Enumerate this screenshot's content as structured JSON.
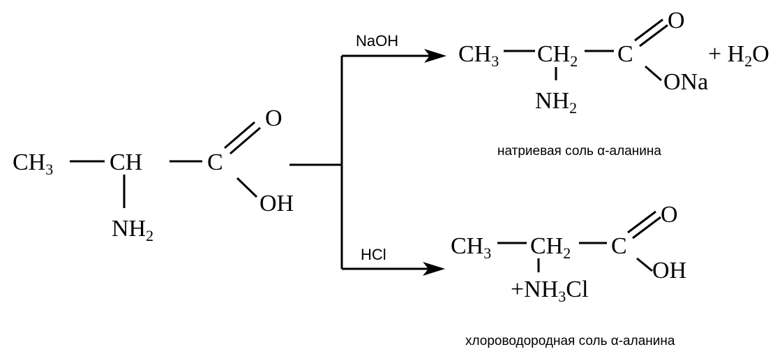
{
  "reactant": {
    "ch3": "CH",
    "ch3_sub": "3",
    "ch": "CH",
    "c": "C",
    "o": "O",
    "oh": "OH",
    "nh2": "NH",
    "nh2_sub": "2"
  },
  "reaction_top": {
    "reagent": "NaOH",
    "ch3": "CH",
    "ch3_sub": "3",
    "ch2": "CH",
    "ch2_sub": "2",
    "c": "C",
    "o": "O",
    "ona": "ONa",
    "nh2": "NH",
    "nh2_sub": "2",
    "plus_h2o": "+ H",
    "h2o_sub": "2",
    "h2o_o": "O",
    "caption": "натриевая соль α-аланина"
  },
  "reaction_bottom": {
    "reagent": "HCl",
    "ch3": "CH",
    "ch3_sub": "3",
    "ch2": "CH",
    "ch2_sub": "2",
    "c": "C",
    "o": "O",
    "oh": "OH",
    "nh3cl_plus": "+NH",
    "nh3cl_sub": "3",
    "nh3cl_cl": "Cl",
    "caption": "хлороводородная соль α-аланина"
  }
}
